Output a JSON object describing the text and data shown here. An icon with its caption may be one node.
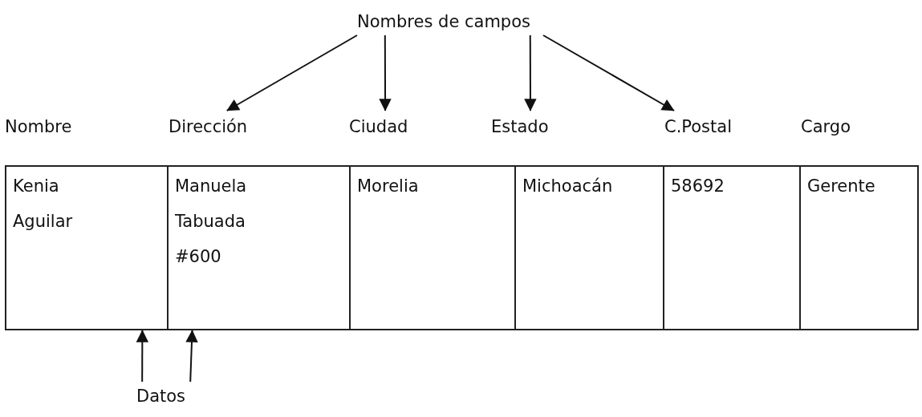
{
  "diagram": {
    "nodes": [
      {
        "text": [
          "Nombres de campos"
        ]
      },
      {
        "text": [
          "Nombre"
        ]
      },
      {
        "text": [
          "Dirección"
        ]
      },
      {
        "text": [
          "Ciudad"
        ]
      },
      {
        "text": [
          "Estado"
        ]
      },
      {
        "text": [
          "C.Postal"
        ]
      },
      {
        "text": [
          "Cargo"
        ]
      },
      {
        "text": [
          "Kenia Aguilar"
        ]
      },
      {
        "text": [
          "Manuela Tabuada #600"
        ]
      },
      {
        "text": [
          "Morelia"
        ]
      },
      {
        "text": [
          "Michoacán"
        ]
      },
      {
        "text": [
          "58692"
        ]
      },
      {
        "text": [
          "Gerente"
        ]
      },
      {
        "text": [
          "Datos"
        ]
      }
    ],
    "edges": [
      {
        "from": 0,
        "to": 2,
        "arrow": "to"
      },
      {
        "from": 0,
        "to": 3,
        "arrow": "to"
      },
      {
        "from": 0,
        "to": 4,
        "arrow": "to"
      },
      {
        "from": 0,
        "to": 5,
        "arrow": "to"
      },
      {
        "from": 13,
        "to": 7,
        "arrow": "to"
      },
      {
        "from": 13,
        "to": 8,
        "arrow": "to"
      }
    ]
  }
}
